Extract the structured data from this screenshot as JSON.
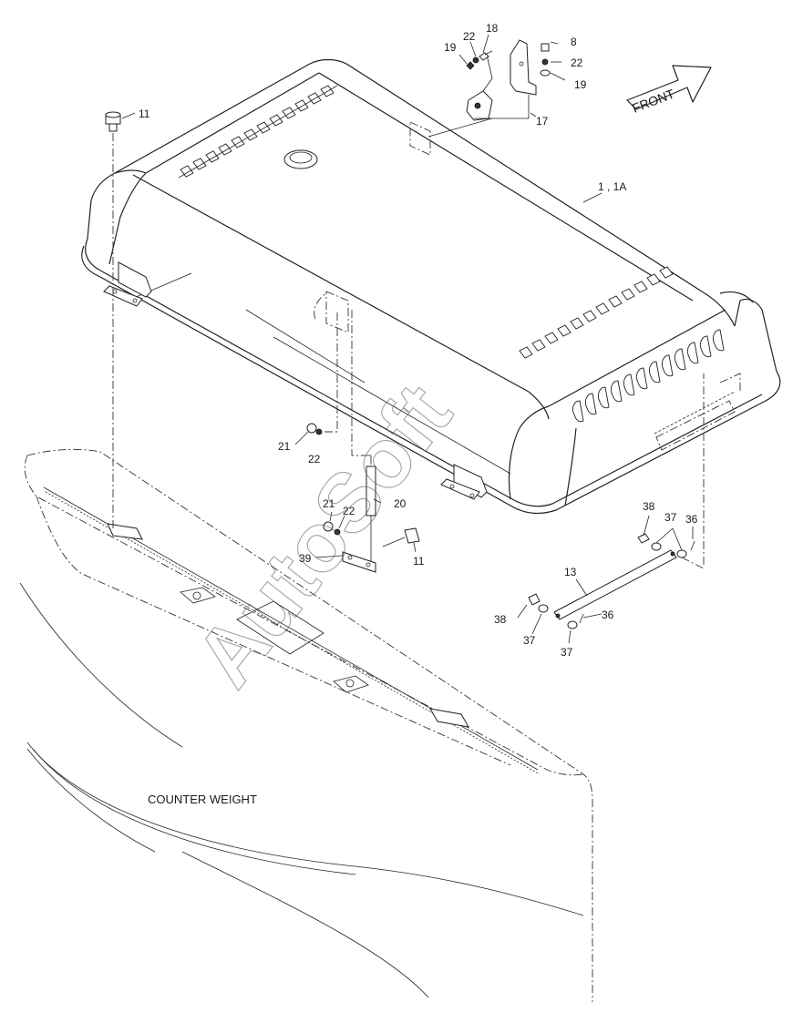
{
  "diagram": {
    "front_label": "FRONT",
    "counterweight_label": "COUNTER WEIGHT",
    "watermark": "AutoSoft",
    "callouts": {
      "c11_top": "11",
      "c1_1a": "1 , 1A",
      "c19_a": "19",
      "c22_a": "22",
      "c18": "18",
      "c8": "8",
      "c22_b": "22",
      "c19_b": "19",
      "c17": "17",
      "c21_a": "21",
      "c22_c": "22",
      "c20": "20",
      "c21_b": "21",
      "c22_d": "22",
      "c39": "39",
      "c11_mid": "11",
      "c38_a": "38",
      "c37_a": "37",
      "c36_a": "36",
      "c13": "13",
      "c38_b": "38",
      "c37_b": "37",
      "c36_b": "36",
      "c37_c": "37"
    }
  }
}
